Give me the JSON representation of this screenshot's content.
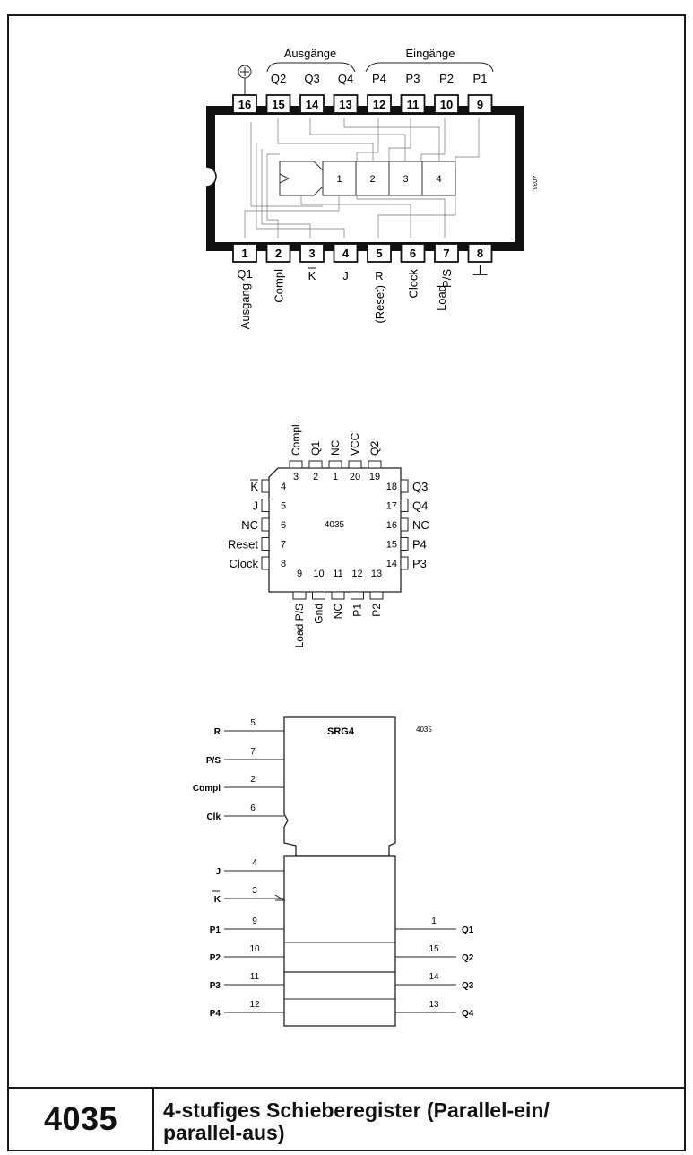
{
  "dip": {
    "group_outputs": "Ausgänge",
    "group_inputs": "Eingänge",
    "top_pins": [
      {
        "num": "16",
        "label": ""
      },
      {
        "num": "15",
        "label": "Q2"
      },
      {
        "num": "14",
        "label": "Q3"
      },
      {
        "num": "13",
        "label": "Q4"
      },
      {
        "num": "12",
        "label": "P4"
      },
      {
        "num": "11",
        "label": "P3"
      },
      {
        "num": "10",
        "label": "P2"
      },
      {
        "num": "9",
        "label": "P1"
      }
    ],
    "bottom_pins": [
      {
        "num": "1",
        "label": "Q1",
        "sub": "Ausgang"
      },
      {
        "num": "2",
        "label": "Compl",
        "sub": ""
      },
      {
        "num": "3",
        "label": "K",
        "sub": ""
      },
      {
        "num": "4",
        "label": "J",
        "sub": ""
      },
      {
        "num": "5",
        "label": "R",
        "sub": "(Reset)"
      },
      {
        "num": "6",
        "label": "Clock",
        "sub": ""
      },
      {
        "num": "7",
        "label": "P/S",
        "sub": "Load"
      },
      {
        "num": "8",
        "label": "",
        "sub": ""
      }
    ],
    "cells": [
      "1",
      "2",
      "3",
      "4"
    ],
    "side_code": "4035",
    "vcc_symbol": "+",
    "gnd_symbol": "⊥"
  },
  "plcc": {
    "center": "4035",
    "top": [
      {
        "num": "3",
        "label": "Compl."
      },
      {
        "num": "2",
        "label": "Q1"
      },
      {
        "num": "1",
        "label": "NC"
      },
      {
        "num": "20",
        "label": "VCC"
      },
      {
        "num": "19",
        "label": "Q2"
      }
    ],
    "left": [
      {
        "num": "4",
        "label": "K"
      },
      {
        "num": "5",
        "label": "J"
      },
      {
        "num": "6",
        "label": "NC"
      },
      {
        "num": "7",
        "label": "Reset"
      },
      {
        "num": "8",
        "label": "Clock"
      }
    ],
    "right": [
      {
        "num": "18",
        "label": "Q3"
      },
      {
        "num": "17",
        "label": "Q4"
      },
      {
        "num": "16",
        "label": "NC"
      },
      {
        "num": "15",
        "label": "P4"
      },
      {
        "num": "14",
        "label": "P3"
      }
    ],
    "bottom": [
      {
        "num": "9",
        "label": "Load P/S"
      },
      {
        "num": "10",
        "label": "Gnd"
      },
      {
        "num": "11",
        "label": "NC"
      },
      {
        "num": "12",
        "label": "P1"
      },
      {
        "num": "13",
        "label": "P2"
      }
    ]
  },
  "logic": {
    "title": "SRG4",
    "code": "4035",
    "control_inputs": [
      {
        "name": "R",
        "num": "5"
      },
      {
        "name": "P/S",
        "num": "7"
      },
      {
        "name": "Compl",
        "num": "2"
      },
      {
        "name": "Clk",
        "num": "6"
      }
    ],
    "data_inputs": [
      {
        "name": "J",
        "num": "4"
      },
      {
        "name": "K",
        "num": "3"
      },
      {
        "name": "P1",
        "num": "9"
      },
      {
        "name": "P2",
        "num": "10"
      },
      {
        "name": "P3",
        "num": "11"
      },
      {
        "name": "P4",
        "num": "12"
      }
    ],
    "outputs": [
      {
        "name": "Q1",
        "num": "1"
      },
      {
        "name": "Q2",
        "num": "15"
      },
      {
        "name": "Q3",
        "num": "14"
      },
      {
        "name": "Q4",
        "num": "13"
      }
    ]
  },
  "footer": {
    "part_number": "4035",
    "title_line1": "4-stufiges Schieberegister (Parallel-ein/",
    "title_line2": "parallel-aus)"
  }
}
